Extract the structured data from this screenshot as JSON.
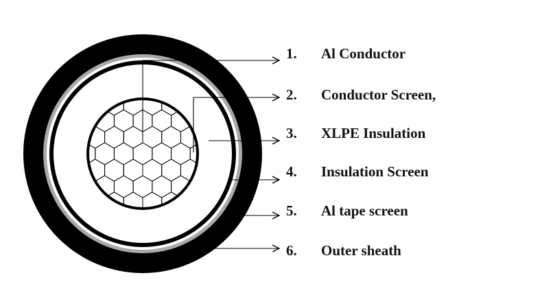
{
  "diagram": {
    "colors": {
      "outline": "#000000",
      "sheath": "#000000",
      "tape": "#a9a9a9",
      "background": "#ffffff"
    },
    "layers": [
      {
        "number": "1.",
        "label": "Al Conductor"
      },
      {
        "number": "2.",
        "label": "Conductor Screen,"
      },
      {
        "number": "3.",
        "label": "XLPE Insulation"
      },
      {
        "number": "4.",
        "label": "Insulation Screen"
      },
      {
        "number": "5.",
        "label": "Al tape screen"
      },
      {
        "number": "6.",
        "label": "Outer sheath"
      }
    ]
  }
}
